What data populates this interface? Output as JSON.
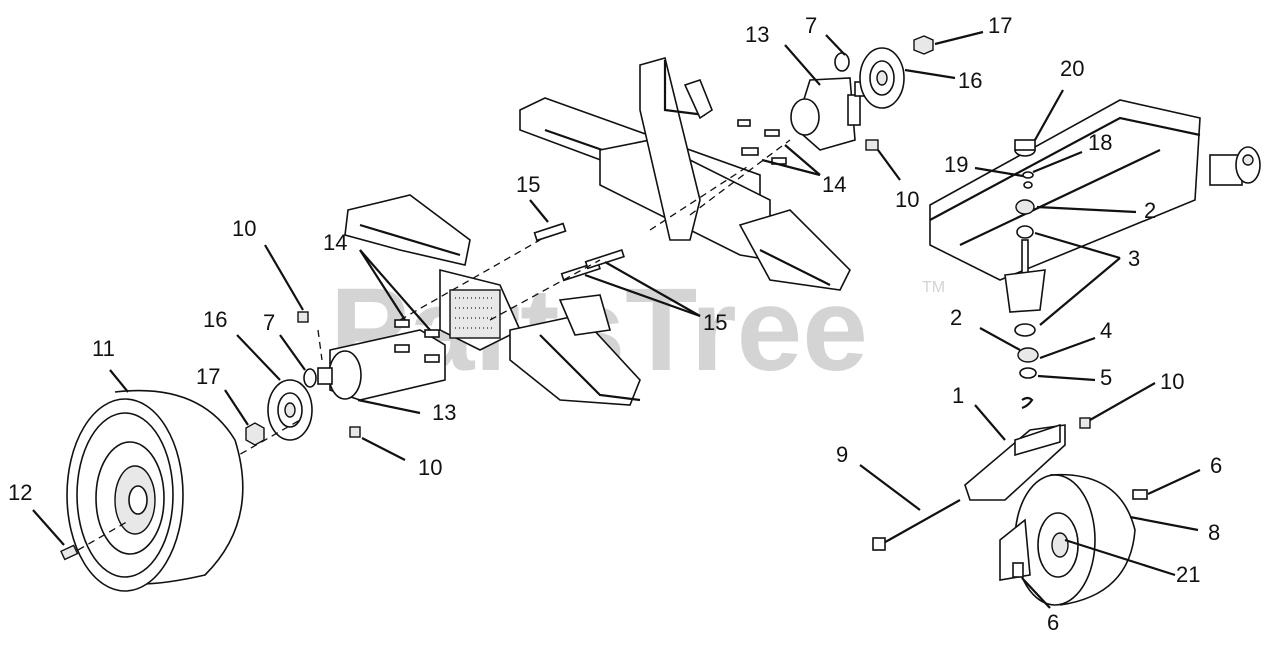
{
  "watermark": "PartsTree",
  "watermark_tm": "TM",
  "callouts": [
    {
      "id": "c13-top",
      "text": "13"
    },
    {
      "id": "c7-top",
      "text": "7"
    },
    {
      "id": "c17-top",
      "text": "17"
    },
    {
      "id": "c16-top",
      "text": "16"
    },
    {
      "id": "c14-top",
      "text": "14"
    },
    {
      "id": "c10-top",
      "text": "10"
    },
    {
      "id": "c15-mid",
      "text": "15"
    },
    {
      "id": "c15-right",
      "text": "15"
    },
    {
      "id": "c10-left",
      "text": "10"
    },
    {
      "id": "c14-left",
      "text": "14"
    },
    {
      "id": "c16-left",
      "text": "16"
    },
    {
      "id": "c7-left",
      "text": "7"
    },
    {
      "id": "c11",
      "text": "11"
    },
    {
      "id": "c17-left",
      "text": "17"
    },
    {
      "id": "c13-left",
      "text": "13"
    },
    {
      "id": "c10-bottom",
      "text": "10"
    },
    {
      "id": "c12",
      "text": "12"
    },
    {
      "id": "c20",
      "text": "20"
    },
    {
      "id": "c18",
      "text": "18"
    },
    {
      "id": "c19",
      "text": "19"
    },
    {
      "id": "c2-top",
      "text": "2"
    },
    {
      "id": "c3",
      "text": "3"
    },
    {
      "id": "c2-mid",
      "text": "2"
    },
    {
      "id": "c4",
      "text": "4"
    },
    {
      "id": "c5",
      "text": "5"
    },
    {
      "id": "c10-right",
      "text": "10"
    },
    {
      "id": "c1",
      "text": "1"
    },
    {
      "id": "c9",
      "text": "9"
    },
    {
      "id": "c6-top",
      "text": "6"
    },
    {
      "id": "c8",
      "text": "8"
    },
    {
      "id": "c21",
      "text": "21"
    },
    {
      "id": "c6-bottom",
      "text": "6"
    }
  ]
}
